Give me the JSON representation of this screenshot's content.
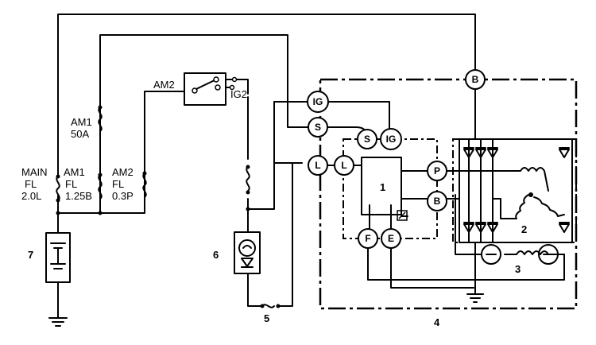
{
  "labels": {
    "am2_switch": "AM2",
    "ig2": "IG2",
    "am1_top": "AM1",
    "am1_rating": "50A",
    "main": "MAIN",
    "main_fl": "FL",
    "main_rating": "2.0L",
    "am1": "AM1",
    "am1_fl": "FL",
    "am1_fl_rating": "1.25B",
    "am2": "AM2",
    "am2_fl": "FL",
    "am2_rating": "0.3P"
  },
  "terminals": {
    "b": "B",
    "ig": "IG",
    "s": "S",
    "l": "L",
    "p": "P",
    "f": "F",
    "e": "E"
  },
  "component_numbers": {
    "n1": "1",
    "n2": "2",
    "n3": "3",
    "n4": "4",
    "n5": "5",
    "n6": "6",
    "n7": "7"
  }
}
